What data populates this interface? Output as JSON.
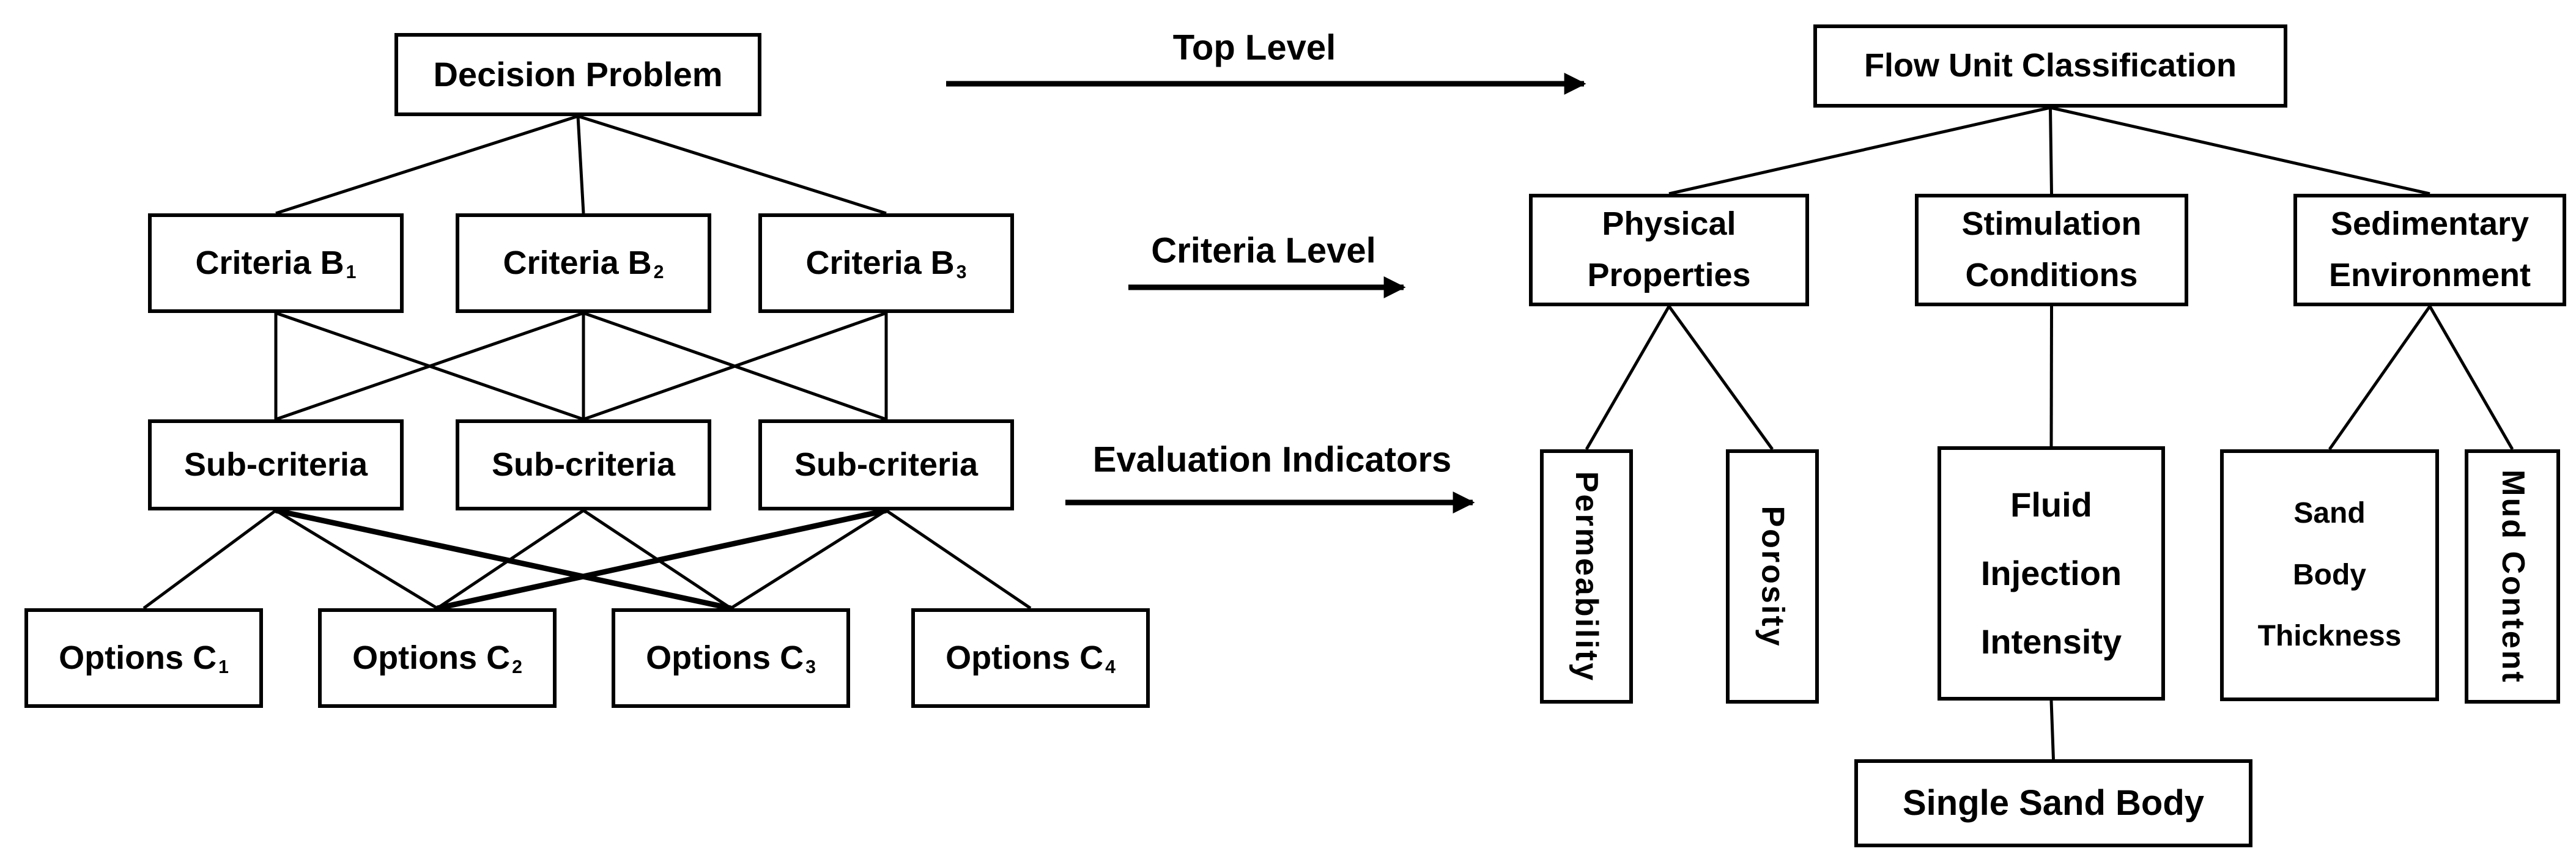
{
  "meta": {
    "colors": {
      "ink": "#000000",
      "background": "#ffffff"
    }
  },
  "diagram": {
    "nodes": [
      {
        "id": "decision-problem",
        "label": "Decision Problem"
      },
      {
        "id": "criteria-b1",
        "label": "Criteria B",
        "sub": "1"
      },
      {
        "id": "criteria-b2",
        "label": "Criteria B",
        "sub": "2"
      },
      {
        "id": "criteria-b3",
        "label": "Criteria B",
        "sub": "3"
      },
      {
        "id": "sub-criteria-1",
        "label": "Sub-criteria"
      },
      {
        "id": "sub-criteria-2",
        "label": "Sub-criteria"
      },
      {
        "id": "sub-criteria-3",
        "label": "Sub-criteria"
      },
      {
        "id": "options-c1",
        "label": "Options C",
        "sub": "1"
      },
      {
        "id": "options-c2",
        "label": "Options C",
        "sub": "2"
      },
      {
        "id": "options-c3",
        "label": "Options C",
        "sub": "3"
      },
      {
        "id": "options-c4",
        "label": "Options C",
        "sub": "4"
      },
      {
        "id": "flow-unit-classification",
        "label": "Flow Unit Classification"
      },
      {
        "id": "physical-properties",
        "label": "Physical\nProperties"
      },
      {
        "id": "stimulation-conditions",
        "label": "Stimulation\nConditions"
      },
      {
        "id": "sedimentary-environment",
        "label": "Sedimentary\nEnvironment"
      },
      {
        "id": "permeability",
        "label": "Permeability",
        "vertical": true
      },
      {
        "id": "porosity",
        "label": "Porosity",
        "vertical": true
      },
      {
        "id": "fluid-injection-intensity",
        "label": "Fluid\nInjection\nIntensity"
      },
      {
        "id": "sand-body-thickness",
        "label": "Sand\nBody\nThickness"
      },
      {
        "id": "mud-content",
        "label": "Mud Content",
        "vertical": true
      },
      {
        "id": "single-sand-body",
        "label": "Single Sand Body"
      }
    ],
    "edges": [
      {
        "from": "decision-problem",
        "to": "criteria-b1"
      },
      {
        "from": "decision-problem",
        "to": "criteria-b2"
      },
      {
        "from": "decision-problem",
        "to": "criteria-b3"
      },
      {
        "from": "criteria-b1",
        "to": "sub-criteria-1"
      },
      {
        "from": "criteria-b1",
        "to": "sub-criteria-2"
      },
      {
        "from": "criteria-b2",
        "to": "sub-criteria-1"
      },
      {
        "from": "criteria-b2",
        "to": "sub-criteria-2"
      },
      {
        "from": "criteria-b2",
        "to": "sub-criteria-3"
      },
      {
        "from": "criteria-b3",
        "to": "sub-criteria-2"
      },
      {
        "from": "criteria-b3",
        "to": "sub-criteria-3"
      },
      {
        "from": "sub-criteria-1",
        "to": "options-c1"
      },
      {
        "from": "sub-criteria-1",
        "to": "options-c2"
      },
      {
        "from": "sub-criteria-1",
        "to": "options-c3",
        "heavy": true
      },
      {
        "from": "sub-criteria-2",
        "to": "options-c2"
      },
      {
        "from": "sub-criteria-2",
        "to": "options-c3"
      },
      {
        "from": "sub-criteria-3",
        "to": "options-c2",
        "heavy": true
      },
      {
        "from": "sub-criteria-3",
        "to": "options-c3"
      },
      {
        "from": "sub-criteria-3",
        "to": "options-c4"
      },
      {
        "from": "flow-unit-classification",
        "to": "physical-properties"
      },
      {
        "from": "flow-unit-classification",
        "to": "stimulation-conditions"
      },
      {
        "from": "flow-unit-classification",
        "to": "sedimentary-environment"
      },
      {
        "from": "physical-properties",
        "to": "permeability"
      },
      {
        "from": "physical-properties",
        "to": "porosity"
      },
      {
        "from": "stimulation-conditions",
        "to": "fluid-injection-intensity"
      },
      {
        "from": "sedimentary-environment",
        "to": "sand-body-thickness"
      },
      {
        "from": "sedimentary-environment",
        "to": "mud-content"
      },
      {
        "from": "fluid-injection-intensity",
        "to": "single-sand-body"
      }
    ],
    "arrows": [
      {
        "id": "top-level",
        "label": "Top Level"
      },
      {
        "id": "criteria-level",
        "label": "Criteria Level"
      },
      {
        "id": "evaluation-indicators",
        "label": "Evaluation Indicators"
      }
    ]
  }
}
